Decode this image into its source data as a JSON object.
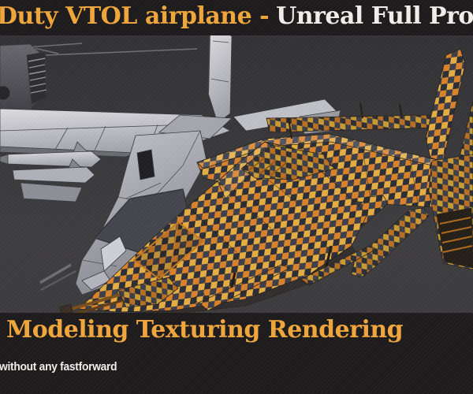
{
  "title": {
    "highlight": "Duty VTOL airplane -",
    "main": "Unreal Full Process"
  },
  "footer": {
    "heading": "Modeling Texturing Rendering",
    "note": "without any fastforward"
  },
  "scene": {
    "left_model": "untextured low-poly clay VTOL airplane render",
    "right_model": "UV-checker textured VTOL airplane render"
  },
  "colors": {
    "accent_orange": "#f0a63c",
    "title_white": "#f2efeb",
    "band_background": "#1d1b1c",
    "viewport_background": "#3a393b",
    "checker_orange": "#d9822a",
    "checker_yellow": "#e5ac42",
    "checker_dark": "#3c3f4a",
    "checker_dark2": "#2b2e37",
    "checker_orange2": "#b96f22",
    "checker_yellow2": "#c99a30",
    "clay_gray": "#b9b9c1"
  }
}
